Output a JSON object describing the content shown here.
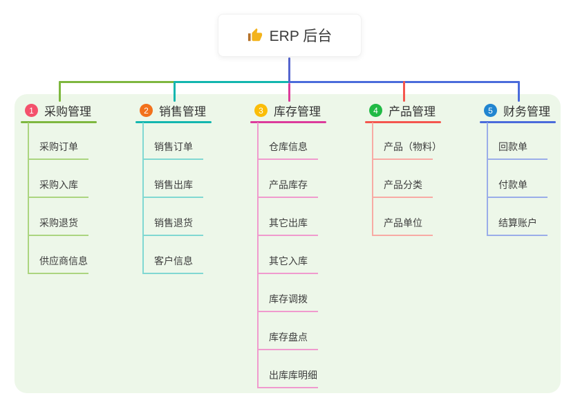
{
  "root": {
    "label": "ERP 后台",
    "icon": "thumbs-up-icon",
    "icon_color": "#f3b31b",
    "stem_color": "#5565ce"
  },
  "panel": {
    "background": "#edf7e9"
  },
  "branches": [
    {
      "number": "1",
      "label": "采购管理",
      "badge_color": "#f4516c",
      "line_color": "#7eb73f",
      "child_line_color": "#abd57f",
      "children": [
        "采购订单",
        "采购入库",
        "采购退货",
        "供应商信息"
      ]
    },
    {
      "number": "2",
      "label": "销售管理",
      "badge_color": "#f2711c",
      "line_color": "#13b6af",
      "child_line_color": "#80d8d2",
      "children": [
        "销售订单",
        "销售出库",
        "销售退货",
        "客户信息"
      ]
    },
    {
      "number": "3",
      "label": "库存管理",
      "badge_color": "#fbbd08",
      "line_color": "#dc3b9b",
      "child_line_color": "#f09ace",
      "children": [
        "仓库信息",
        "产品库存",
        "其它出库",
        "其它入库",
        "库存调拨",
        "库存盘点",
        "出库库明细"
      ]
    },
    {
      "number": "4",
      "label": "产品管理",
      "badge_color": "#21ba45",
      "line_color": "#f4564e",
      "child_line_color": "#f8aaa4",
      "children": [
        "产品（物料）",
        "产品分类",
        "产品单位"
      ]
    },
    {
      "number": "5",
      "label": "财务管理",
      "badge_color": "#2185d0",
      "line_color": "#4a6bdb",
      "child_line_color": "#9aade9",
      "children": [
        "回款单",
        "付款单",
        "结算账户"
      ]
    }
  ]
}
